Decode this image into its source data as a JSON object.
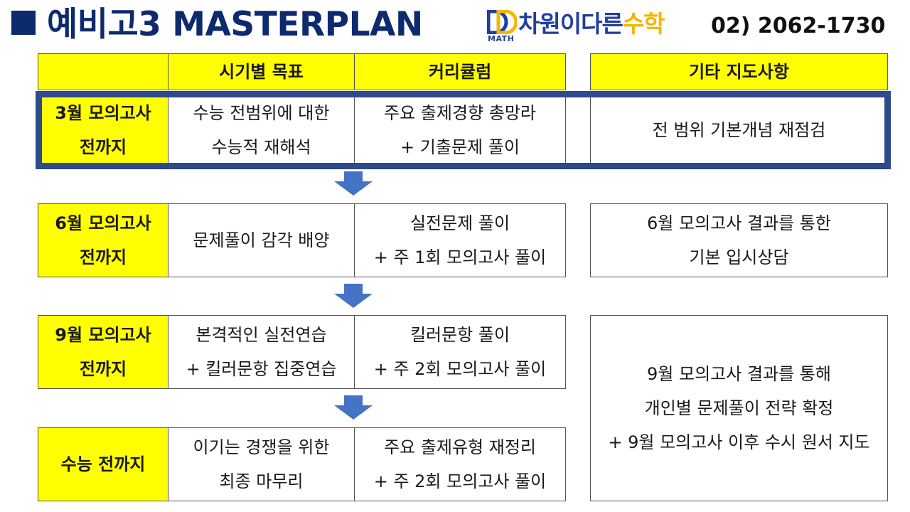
{
  "header": {
    "title": "예비고3 MASTERPLAN",
    "logo": {
      "brand": "차원이다른수학",
      "brand_part1": "차원이다른",
      "brand_part2": "수학",
      "sub": "MATH",
      "mark": "DD"
    },
    "phone": "02) 2062-1730"
  },
  "table": {
    "headers": {
      "goal": "시기별 목표",
      "curriculum": "커리큘럼",
      "other": "기타 지도사항"
    },
    "rows": [
      {
        "period_lines": [
          "3월 모의고사",
          "전까지"
        ],
        "goal_lines": [
          "수능 전범위에 대한",
          "수능적 재해석"
        ],
        "curriculum_lines": [
          "주요 출제경향 총망라",
          "+ 기출문제 풀이"
        ],
        "other_lines": [
          "전 범위 기본개념 재점검"
        ]
      },
      {
        "period_lines": [
          "6월 모의고사",
          "전까지"
        ],
        "goal_lines": [
          "문제풀이 감각 배양"
        ],
        "curriculum_lines": [
          "실전문제 풀이",
          "+ 주 1회 모의고사 풀이"
        ],
        "other_lines": [
          "6월 모의고사 결과를 통한",
          "기본 입시상담"
        ]
      },
      {
        "period_lines": [
          "9월 모의고사",
          "전까지"
        ],
        "goal_lines": [
          "본격적인 실전연습",
          "+ 킬러문항 집중연습"
        ],
        "curriculum_lines": [
          "킬러문항 풀이",
          "+ 주 2회 모의고사 풀이"
        ]
      },
      {
        "period_lines": [
          "수능 전까지"
        ],
        "goal_lines": [
          "이기는 경쟁을 위한",
          "최종 마무리"
        ],
        "curriculum_lines": [
          "주요 출제유형 재정리",
          "+ 주 2회 모의고사 풀이"
        ]
      }
    ],
    "merged_other_lines": [
      "9월 모의고사 결과를 통해",
      "개인별 문제풀이 전략 확정",
      "+ 9월 모의고사 이후 수시 원서 지도"
    ]
  },
  "colors": {
    "header_bg": "#ffff00",
    "title_navy": "#0e2a6e",
    "highlight": "#2d4a8a",
    "arrow": "#4472c4",
    "logo_gold": "#f2b705"
  }
}
